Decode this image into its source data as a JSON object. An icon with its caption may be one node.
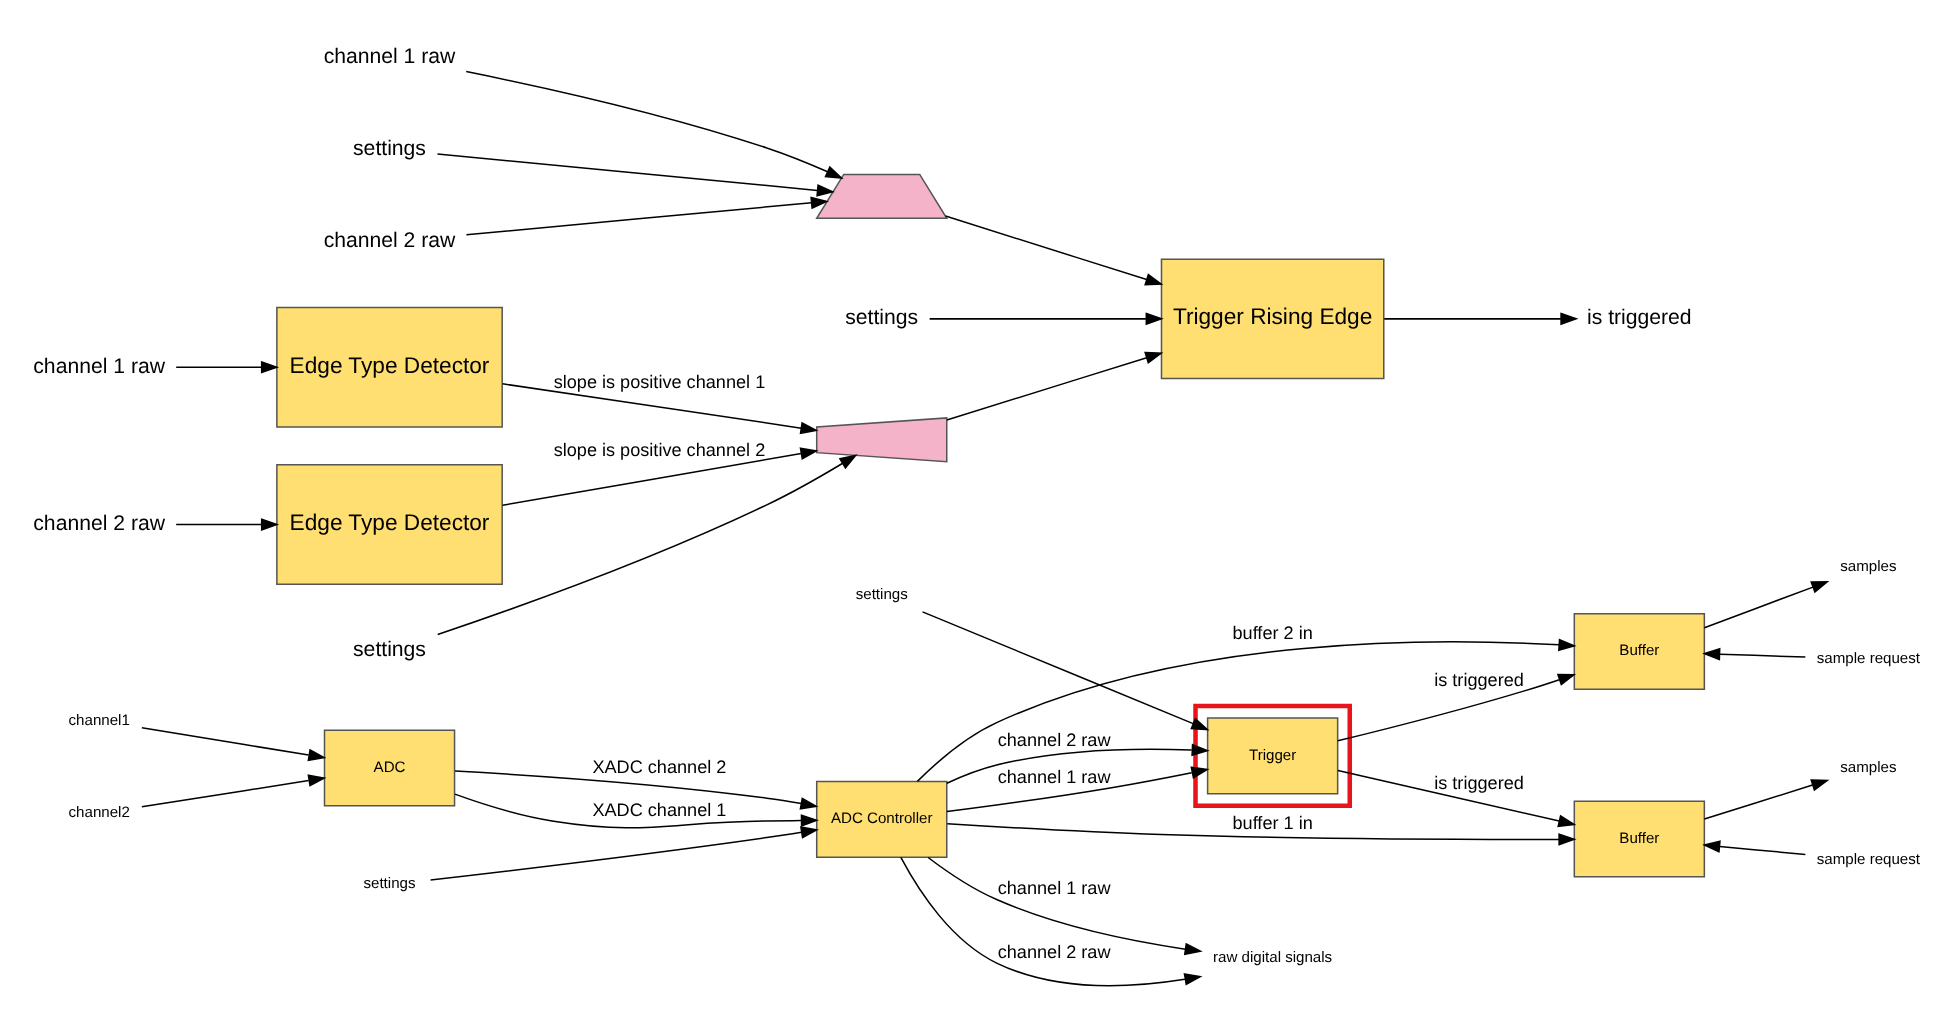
{
  "diagram": {
    "nodes": [
      {
        "text": [
          "raw digital signals"
        ]
      },
      {
        "text": [
          "channel1"
        ]
      },
      {
        "text": [
          "channel2"
        ]
      },
      {
        "text": [
          "ADC"
        ]
      },
      {
        "text": [
          "ADC Controller"
        ]
      },
      {
        "text": [
          "Buffer"
        ]
      },
      {
        "text": [
          "samples"
        ]
      },
      {
        "text": [
          "sample request"
        ]
      },
      {
        "text": [
          "settings"
        ]
      },
      {
        "text": [
          "Buffer"
        ]
      },
      {
        "text": [
          "samples"
        ]
      },
      {
        "text": [
          "sample request"
        ]
      },
      {
        "text": [],
        "shape": "box"
      },
      {
        "text": [
          "Trigger"
        ],
        "in": 12
      },
      {
        "text": [
          "settings"
        ]
      },
      {
        "text": [
          "channel 1 raw"
        ]
      },
      {
        "text": [
          "channel 2 raw"
        ]
      },
      {
        "text": [
          "settings"
        ]
      },
      {
        "text": [],
        "shape": "trapezoid"
      },
      {
        "text": [
          "channel 1 raw"
        ]
      },
      {
        "text": [
          "Edge Type Detector"
        ]
      },
      {
        "text": [],
        "shape": "trapezoid"
      },
      {
        "text": [
          "Trigger Rising Edge"
        ]
      },
      {
        "text": [
          "is triggered"
        ]
      },
      {
        "text": [
          "channel 2 raw"
        ]
      },
      {
        "text": [
          "Edge Type Detector"
        ]
      },
      {
        "text": [
          "settings"
        ]
      },
      {
        "text": [
          "settings"
        ]
      }
    ],
    "edges": [
      {
        "from": 1,
        "to": 3,
        "arrow": "to"
      },
      {
        "from": 2,
        "to": 3,
        "arrow": "to"
      },
      {
        "from": 3,
        "to": 4,
        "arrow": "to",
        "label": "XADC channel 1"
      },
      {
        "from": 3,
        "to": 4,
        "arrow": "to",
        "label": "XADC channel 2"
      },
      {
        "from": 4,
        "to": 0,
        "arrow": "to",
        "label": "channel 1 raw"
      },
      {
        "from": 4,
        "to": 0,
        "arrow": "to",
        "label": "channel 2 raw"
      },
      {
        "from": 4,
        "to": 5,
        "arrow": "to",
        "label": "buffer 1 in"
      },
      {
        "from": 4,
        "to": 9,
        "arrow": "to",
        "label": "buffer 2 in"
      },
      {
        "from": 8,
        "to": 4,
        "arrow": "to"
      },
      {
        "from": 5,
        "to": 6,
        "arrow": "to"
      },
      {
        "from": 7,
        "to": 5,
        "arrow": "to"
      },
      {
        "from": 13,
        "to": 5,
        "arrow": "to",
        "label": "is triggered"
      },
      {
        "from": 9,
        "to": 10,
        "arrow": "to"
      },
      {
        "from": 13,
        "to": 9,
        "arrow": "to",
        "label": "is triggered"
      },
      {
        "from": 11,
        "to": 9,
        "arrow": "to"
      },
      {
        "from": 4,
        "to": 13,
        "arrow": "to",
        "label": "channel 1 raw"
      },
      {
        "from": 4,
        "to": 13,
        "arrow": "to",
        "label": "channel 2 raw"
      },
      {
        "from": 14,
        "to": 13,
        "arrow": "to"
      },
      {
        "from": 15,
        "to": 18,
        "arrow": "to"
      },
      {
        "from": 16,
        "to": 18,
        "arrow": "to"
      },
      {
        "from": 17,
        "to": 18,
        "arrow": "to"
      },
      {
        "from": 19,
        "to": 20,
        "arrow": "to"
      },
      {
        "from": 20,
        "to": 21,
        "arrow": "to",
        "label": "slope is positive channel 1"
      },
      {
        "from": 18,
        "to": 22,
        "arrow": "to"
      },
      {
        "from": 21,
        "to": 22,
        "arrow": "to"
      },
      {
        "from": 22,
        "to": 23,
        "arrow": "to"
      },
      {
        "from": 24,
        "to": 25,
        "arrow": "to"
      },
      {
        "from": 25,
        "to": 21,
        "arrow": "to",
        "label": "slope is positive channel 2"
      },
      {
        "from": 26,
        "to": 21,
        "arrow": "to"
      },
      {
        "from": 27,
        "to": 22,
        "arrow": "to"
      }
    ]
  }
}
